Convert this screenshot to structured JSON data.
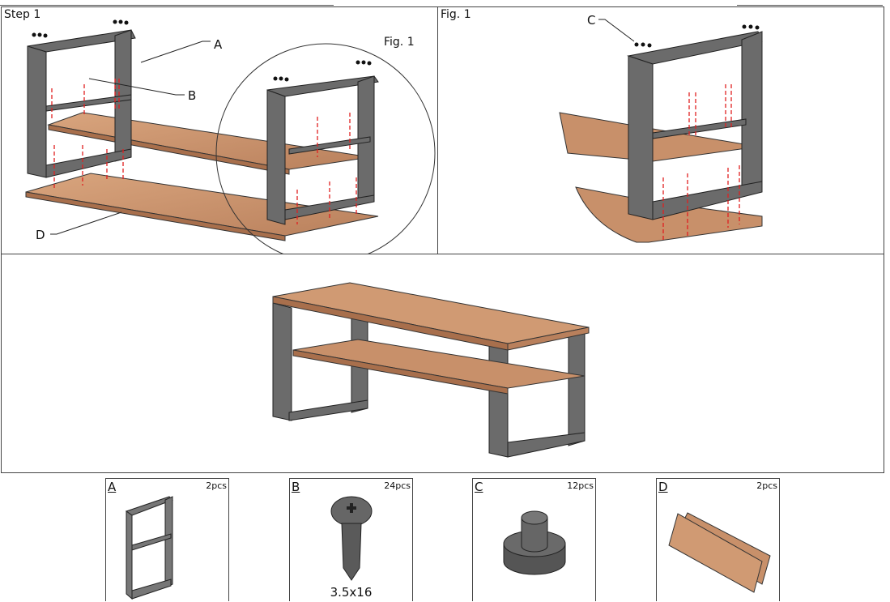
{
  "step_panel": {
    "title": "Step 1",
    "fig_label": "Fig. 1",
    "callouts": {
      "a": "A",
      "b": "B",
      "d": "D"
    }
  },
  "fig_panel": {
    "title": "Fig. 1",
    "callouts": {
      "c": "C"
    }
  },
  "parts": [
    {
      "letter": "A",
      "qty": "2pcs"
    },
    {
      "letter": "B",
      "qty": "24pcs",
      "spec": "3.5x16"
    },
    {
      "letter": "C",
      "qty": "12pcs"
    },
    {
      "letter": "D",
      "qty": "2pcs"
    }
  ],
  "colors": {
    "wood": "#c8906a",
    "metal": "#6b6b6b",
    "screw_line": "#e02020"
  }
}
